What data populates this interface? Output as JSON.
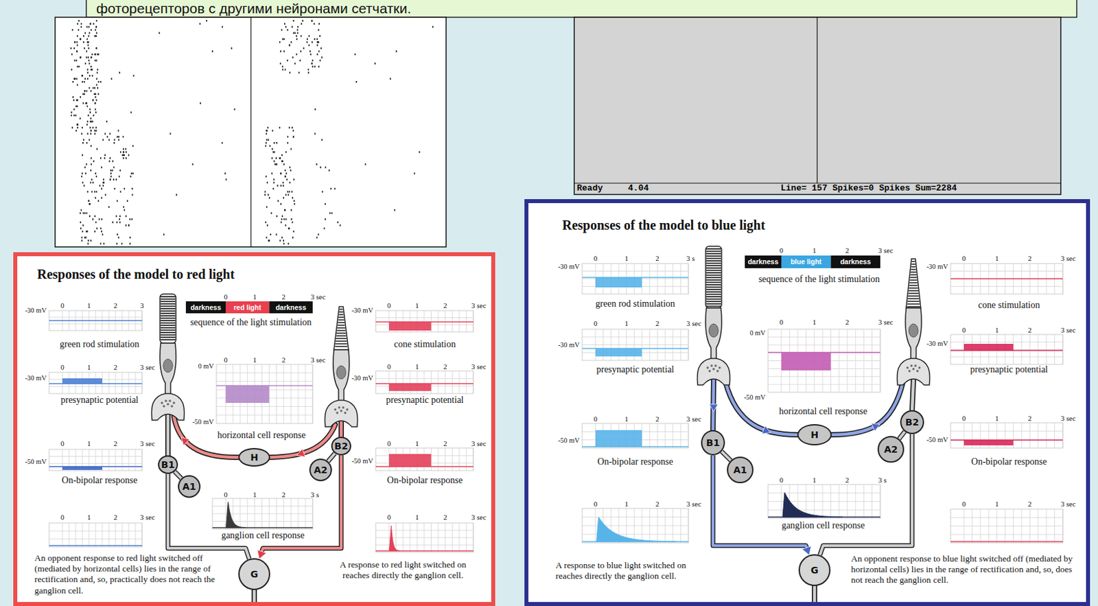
{
  "diagram": {
    "title": "фоторецепторов с другими нейронами сетчатки.",
    "nodes": [
      {
        "text": [
          "Responses of the model to red light"
        ]
      },
      {
        "text": [
          "H"
        ],
        "in": 0
      },
      {
        "text": [
          "B1"
        ],
        "in": 0
      },
      {
        "text": [
          "B2"
        ],
        "in": 0
      },
      {
        "text": [
          "A1"
        ],
        "in": 0
      },
      {
        "text": [
          "A2"
        ],
        "in": 0
      },
      {
        "text": [
          "G"
        ],
        "in": 0
      },
      {
        "text": [
          "Responses of the model to blue light"
        ]
      },
      {
        "text": [
          "B1"
        ],
        "in": 7
      },
      {
        "text": [
          "A1"
        ],
        "in": 7
      },
      {
        "text": [
          "H"
        ],
        "in": 7
      },
      {
        "text": [
          "B2"
        ],
        "in": 7
      },
      {
        "text": [
          "A2"
        ],
        "in": 7
      },
      {
        "text": [
          "G"
        ],
        "in": 7
      }
    ],
    "edges": [
      {
        "from": 2,
        "to": 6,
        "arrow": "none"
      },
      {
        "from": 3,
        "to": 6,
        "arrow": "to"
      },
      {
        "from": 4,
        "to": 2,
        "arrow": "none"
      },
      {
        "from": 5,
        "to": 3,
        "arrow": "none"
      },
      {
        "from": 8,
        "to": 13,
        "arrow": "to"
      },
      {
        "from": 11,
        "to": 13,
        "arrow": "none"
      },
      {
        "from": 9,
        "to": 8,
        "arrow": "none"
      },
      {
        "from": 12,
        "to": 11,
        "arrow": "none"
      }
    ],
    "labels": [
      "Ready",
      "4.04",
      "Line= 157 Spikes=0 Spikes Sum=2284",
      "0",
      "1",
      "2",
      "3 sec",
      "darkness",
      "red light",
      "darkness",
      "sequence of the light stimulation",
      "0",
      "1",
      "2",
      "3",
      "-30 mV",
      "green rod stimulation",
      "-30 mV",
      "0",
      "1",
      "2",
      "3 sec",
      "cone stimulation",
      "0",
      "1",
      "2",
      "3 sec",
      "-30 mV",
      "presynaptic potential",
      "0",
      "1",
      "2",
      "3 sec",
      "0 mV",
      "-50 mV",
      "horizontal cell response",
      "-30 mV",
      "0",
      "1",
      "2",
      "3 sec",
      "presynaptic potential",
      "0",
      "1",
      "2",
      "3 sec",
      "-50 mV",
      "On-bipolar response",
      "0",
      "1",
      "2",
      "3 sec",
      "-50 mV",
      "On-bipolar response",
      "0",
      "1",
      "2",
      "3 s",
      "ganglion cell response",
      "0",
      "1",
      "2",
      "3 sec",
      "An opponent response to red light switched off (mediated by horizontal cells) lies in the range of rectification and, so, practically does not reach the ganglion cell.",
      "0",
      "1",
      "2",
      "3 sec",
      "A response to red light switched on reaches directly the ganglion cell.",
      "-30 mV",
      "0",
      "1",
      "2",
      "3 s",
      "green rod stimulation",
      "0",
      "1",
      "2",
      "3 sec",
      "darkness",
      "blue light",
      "darkness",
      "sequence of the light stimulation",
      "-30 mV",
      "0",
      "1",
      "2",
      "3 sec",
      "cone stimulation",
      "-30 mV",
      "0",
      "1",
      "2",
      "3 sec",
      "presynaptic potential",
      "0",
      "1",
      "2",
      "3 sec",
      "0 mV",
      "-50 mV",
      "horizontal cell response",
      "-30 mV",
      "0",
      "1",
      "2",
      "3 sec",
      "presynaptic potential",
      "-50 mV",
      "0",
      "1",
      "2",
      "3 sec",
      "On-bipolar response",
      "-50 mV",
      "0",
      "1",
      "2",
      "3 sec",
      "On-bipolar response",
      "0",
      "1",
      "2",
      "3 s",
      "ganglion cell response",
      "0",
      "1",
      "2",
      "3 sec",
      "A response to blue light switched on reaches directly the ganglion cell.",
      "0",
      "1",
      "2",
      "3 sec",
      "An opponent response to blue light switched off (mediated by horizontal cells) lies in the range of rectification and, so, does not reach the ganglion cell."
    ]
  }
}
